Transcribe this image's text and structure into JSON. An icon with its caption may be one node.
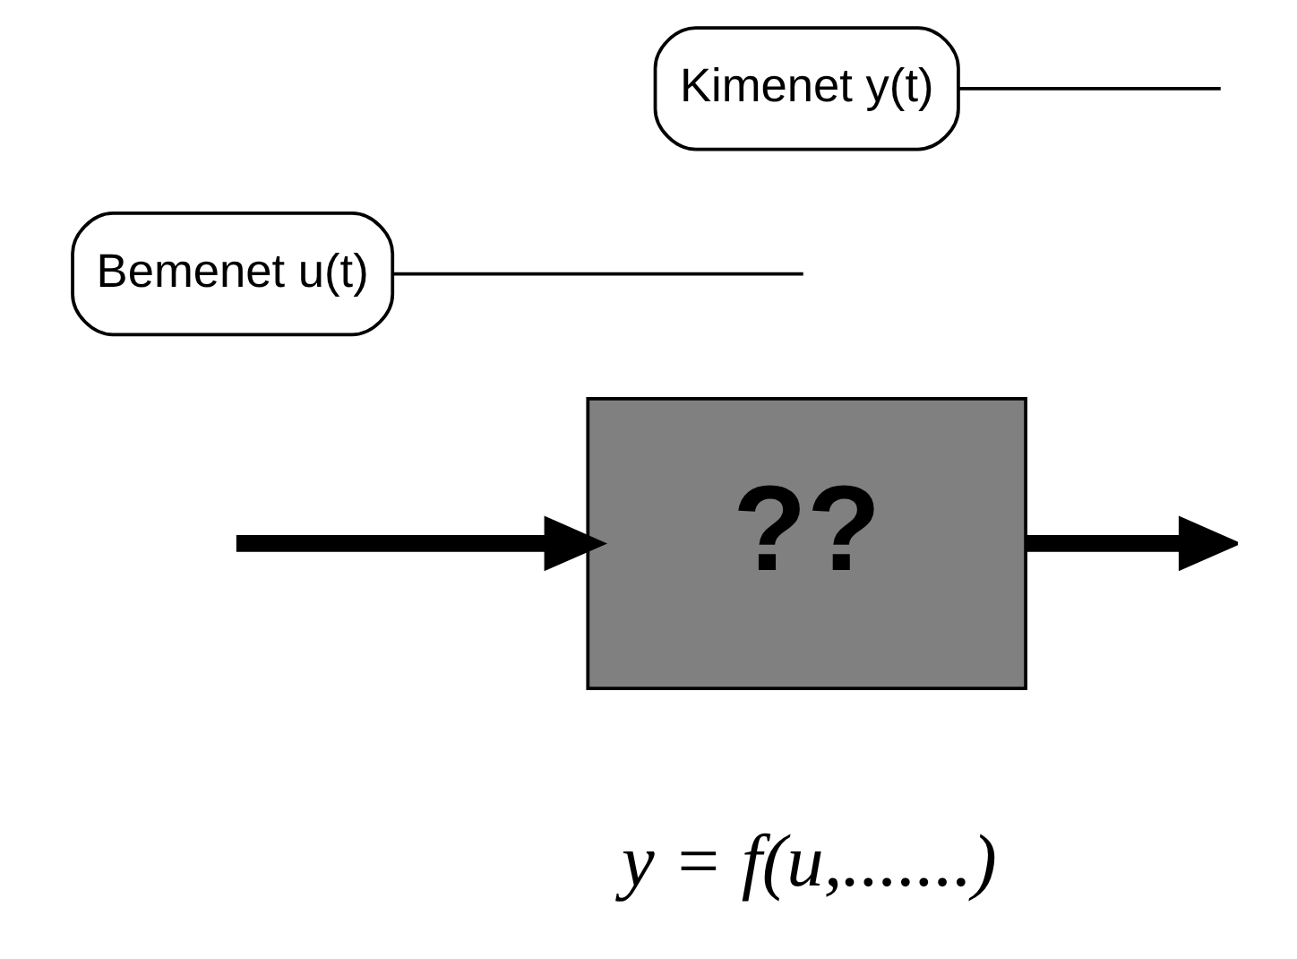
{
  "diagram": {
    "nodes": [
      {
        "text": [
          "??"
        ]
      },
      {
        "text": [
          "Bemenet u(t)"
        ]
      },
      {
        "text": [
          "Kimenet y(t)"
        ]
      }
    ],
    "edges": [
      {
        "from": null,
        "to": 0,
        "arrow": "to",
        "style": "thick"
      },
      {
        "from": 0,
        "to": null,
        "arrow": "to",
        "style": "thick"
      },
      {
        "from": 1,
        "to": null,
        "arrow": "none"
      },
      {
        "from": 2,
        "to": null,
        "arrow": "none"
      }
    ],
    "labels": [
      "y = f(u,.......)"
    ]
  }
}
